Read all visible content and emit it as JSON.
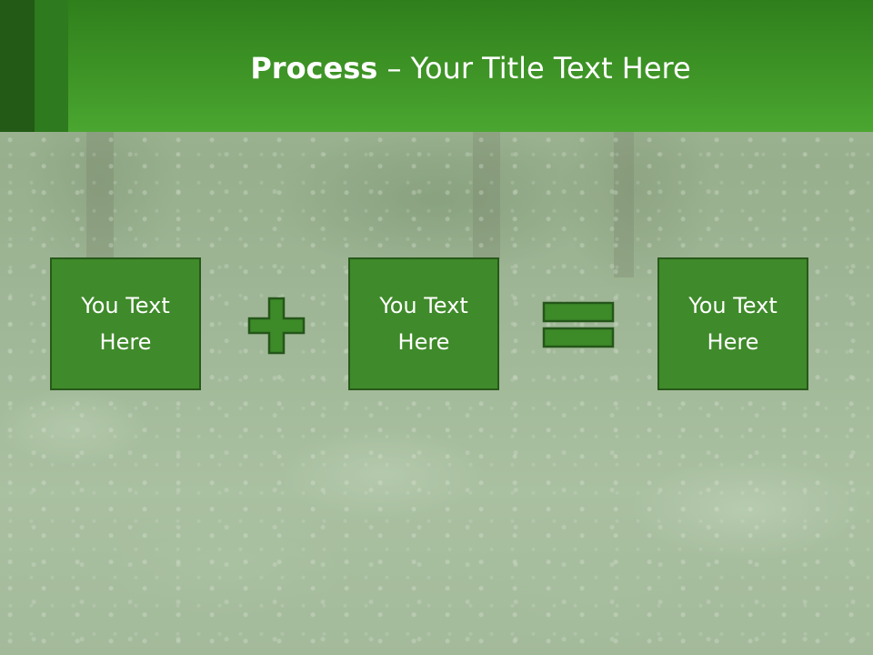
{
  "slide": {
    "title_bold": "Process",
    "title_rest": " – Your Title Text Here"
  },
  "process": {
    "boxes": [
      {
        "label": "You Text\nHere"
      },
      {
        "label": "You Text\nHere"
      },
      {
        "label": "You Text\nHere"
      }
    ],
    "operators": [
      {
        "icon": "plus-icon"
      },
      {
        "icon": "equals-icon"
      }
    ]
  },
  "colors": {
    "header_green": "#3e9426",
    "header_stripe_dark": "#235a16",
    "header_stripe_mid": "#2e7a1e",
    "box_fill": "#3f8a2a",
    "box_border": "#27591a",
    "operator_fill": "#3c8a28"
  }
}
